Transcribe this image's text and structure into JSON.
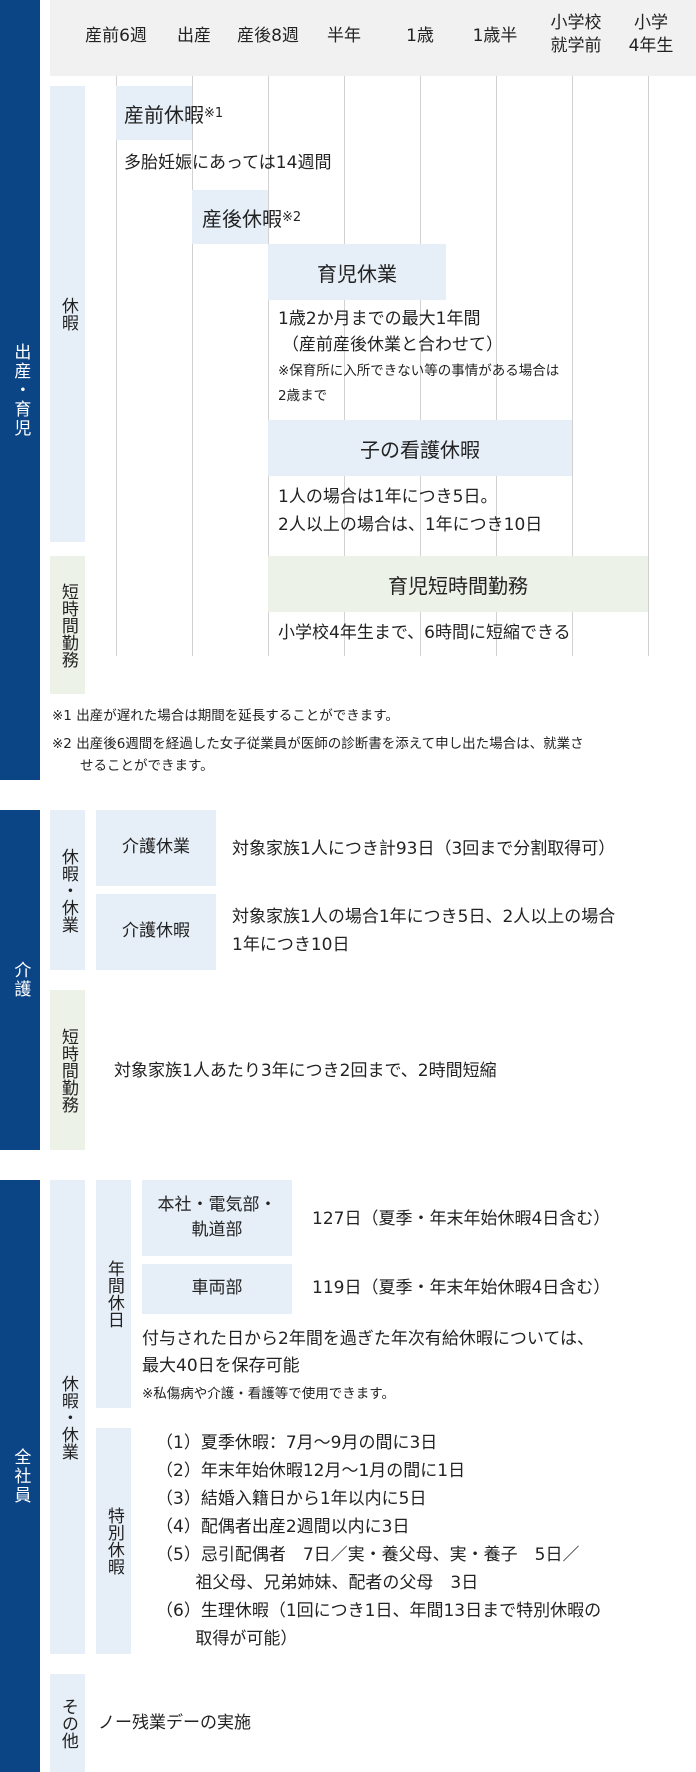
{
  "timeline": {
    "ticks": [
      "産前6週",
      "出産",
      "産後8週",
      "半年",
      "1歳",
      "1歳半"
    ],
    "tick_school": "小学校\n就学前",
    "tick_grade4": "小学\n4年生"
  },
  "childcare": {
    "category": "出産・育児",
    "group_leave": "休暇",
    "group_short": "短時間勤務",
    "prenatal_label": "産前休暇",
    "prenatal_mark": "※1",
    "prenatal_note": "多胎妊娠にあっては14週間",
    "postnatal_label": "産後休暇",
    "postnatal_mark": "※2",
    "childcare_leave_label": "育児休業",
    "childcare_leave_desc1": "1歳2か月までの最大1年間",
    "childcare_leave_desc2": "（産前産後休業と合わせて）",
    "childcare_leave_note1": "※保育所に入所できない等の事情がある場合は",
    "childcare_leave_note2": "2歳まで",
    "nursing_label": "子の看護休暇",
    "nursing_desc1": "1人の場合は1年につき5日。",
    "nursing_desc2": "2人以上の場合は、1年につき10日",
    "short_label": "育児短時間勤務",
    "short_desc": "小学校4年生まで、6時間に短縮できる",
    "footnote1": "※1 出産が遅れた場合は期間を延長することができます。",
    "footnote2a": "※2 出産後6週間を経過した女子従業員が医師の診断書を添えて申し出た場合は、就業さ",
    "footnote2b": "せることができます。"
  },
  "care": {
    "category": "介護",
    "group_leave": "休暇・休業",
    "group_short": "短時間勤務",
    "kaigo_kyugyo_label": "介護休業",
    "kaigo_kyugyo_desc": "対象家族1人につき計93日（3回まで分割取得可）",
    "kaigo_kyuka_label": "介護休暇",
    "kaigo_kyuka_desc1": "対象家族1人の場合1年につき5日、2人以上の場合",
    "kaigo_kyuka_desc2": "1年につき10日",
    "short_desc": "対象家族1人あたり3年につき2回まで、2時間短縮"
  },
  "all": {
    "category": "全社員",
    "group_leave": "休暇・休業",
    "annual_label": "年間休日",
    "hq_label1": "本社・電気部・",
    "hq_label2": "軌道部",
    "hq_desc": "127日（夏季・年末年始休暇4日含む）",
    "vehicle_label": "車両部",
    "vehicle_desc": "119日（夏季・年末年始休暇4日含む）",
    "paid_desc1": "付与された日から2年間を過ぎた年次有給休暇については、",
    "paid_desc2": "最大40日を保存可能",
    "paid_note": "※私傷病や介護・看護等で使用できます。",
    "special_label": "特別休暇",
    "special_items": [
      "（1）夏季休暇：7月～9月の間に3日",
      "（2）年末年始休暇12月～1月の間に1日",
      "（3）結婚入籍日から1年以内に5日",
      "（4）配偶者出産2週間以内に3日",
      "（5）忌引配偶者　7日／実・養父母、実・養子　5日／",
      "　　 祖父母、兄弟姉妹、配者の父母　3日",
      "（6）生理休暇（1回につき1日、年間13日まで特別休暇の",
      "　　 取得が可能）"
    ],
    "other_label": "その他",
    "other_desc": "ノー残業デーの実施"
  }
}
